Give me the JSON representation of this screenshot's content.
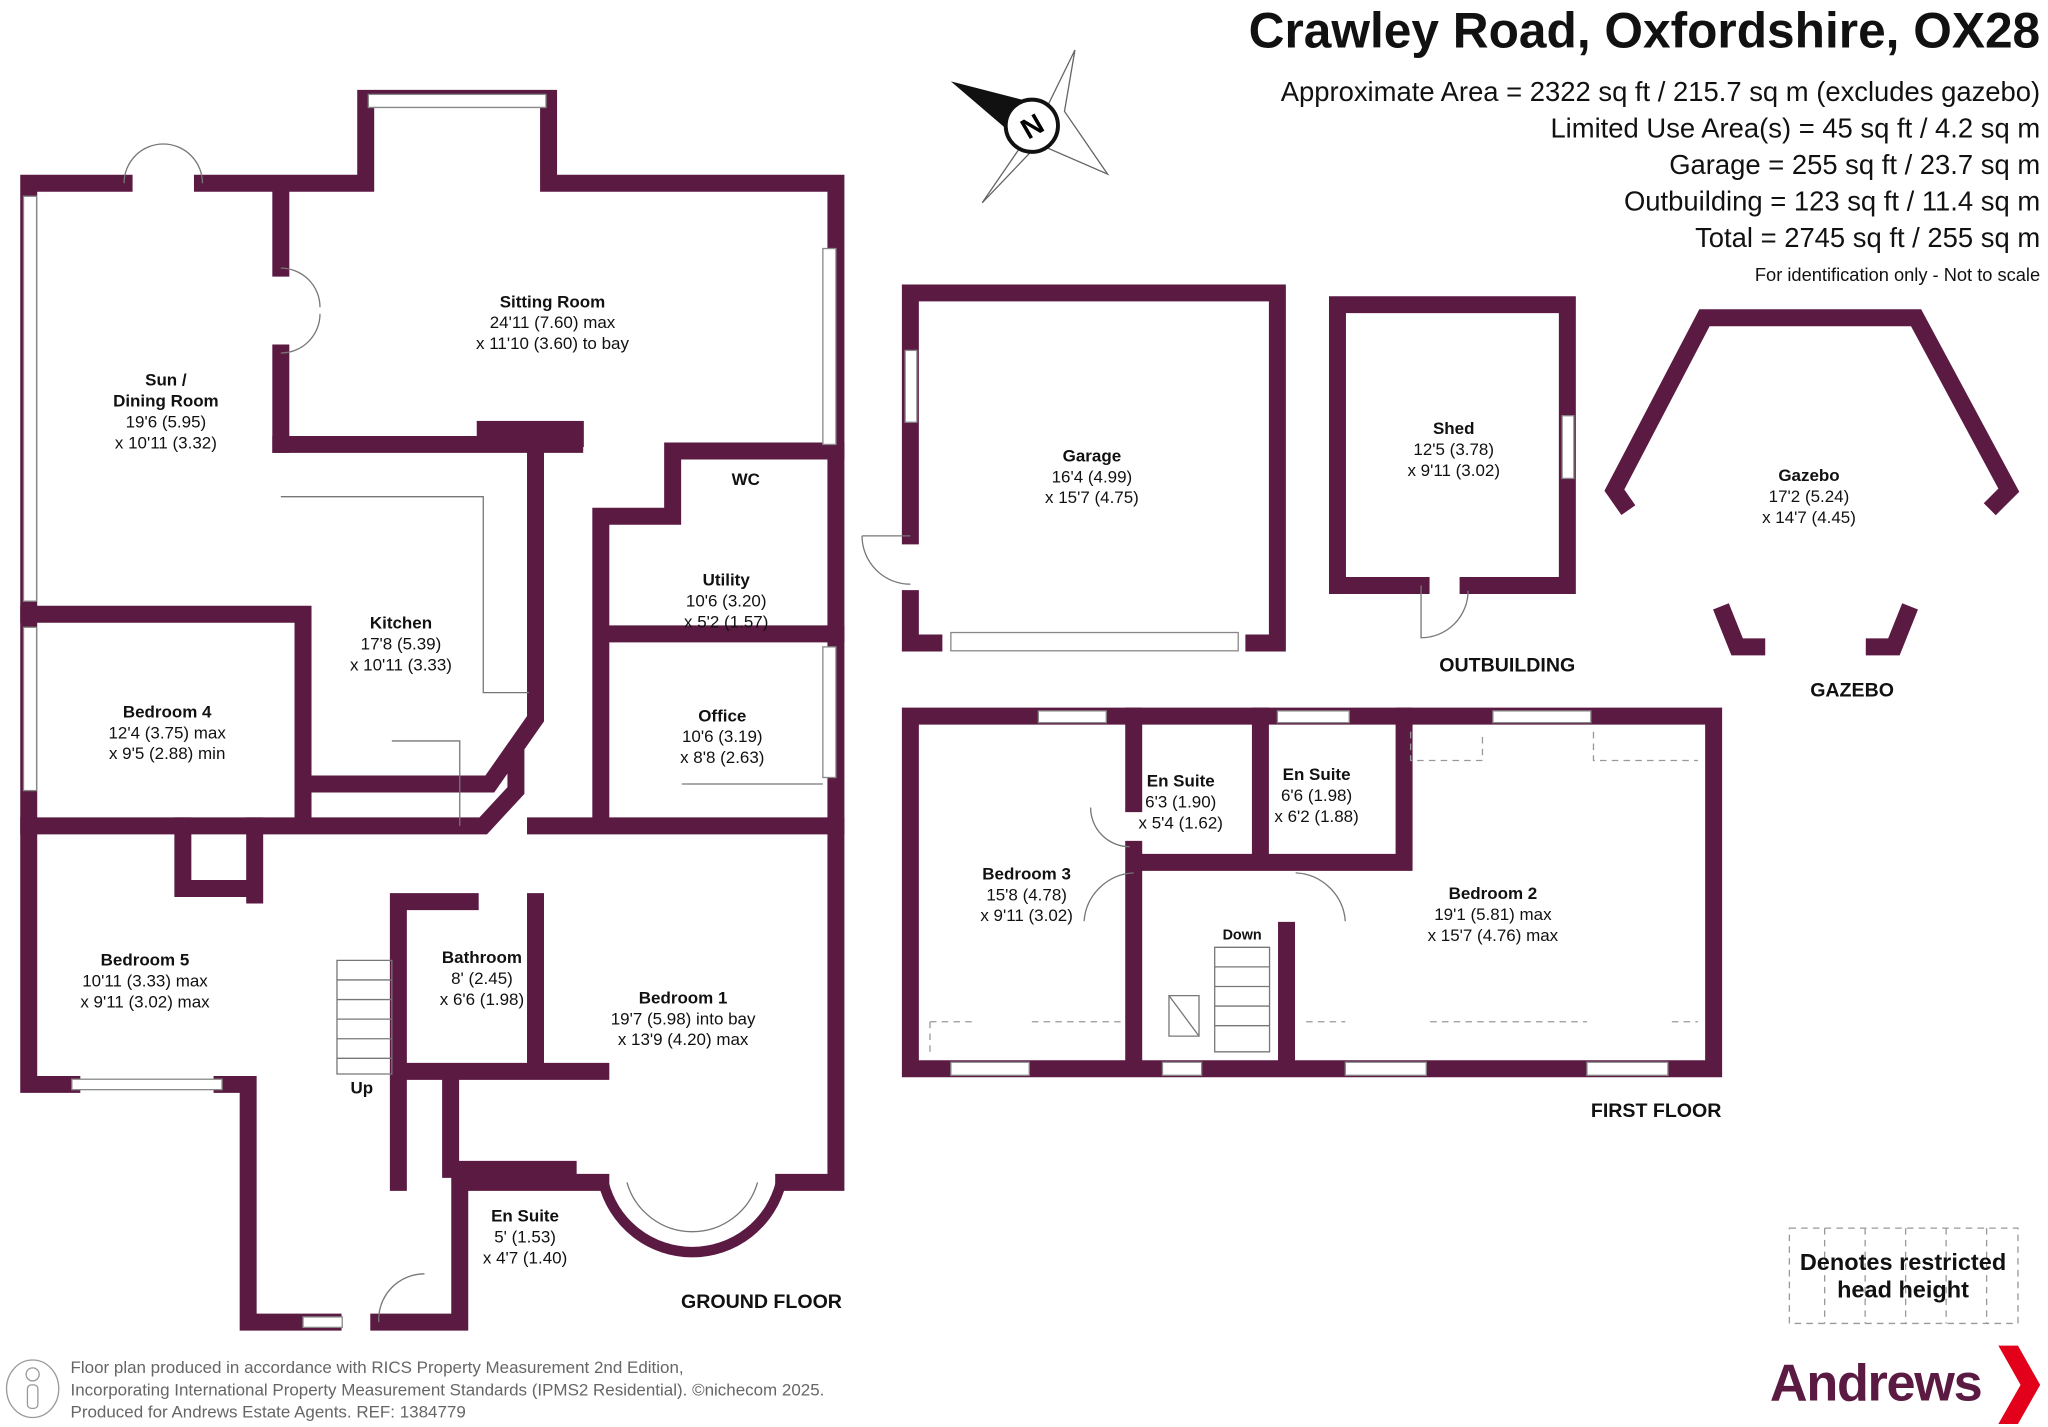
{
  "header": {
    "title": "Crawley Road, Oxfordshire, OX28",
    "areas": [
      "Approximate Area = 2322 sq ft / 215.7 sq m (excludes gazebo)",
      "Limited Use Area(s) = 45 sq ft / 4.2 sq m",
      "Garage = 255 sq ft / 23.7 sq m",
      "Outbuilding = 123 sq ft / 11.4 sq m",
      "Total = 2745 sq ft / 255 sq m"
    ],
    "disclaimer": "For identification only - Not to scale"
  },
  "compass": {
    "letter": "N"
  },
  "ground_floor": {
    "label": "GROUND FLOOR",
    "stairs": "Up",
    "rooms": [
      {
        "name": "Sitting Room",
        "dims": [
          "24'11 (7.60) max",
          "x 11'10 (3.60) to bay"
        ]
      },
      {
        "name": "Sun /",
        "name2": "Dining Room",
        "dims": [
          "19'6 (5.95)",
          "x 10'11 (3.32)"
        ]
      },
      {
        "name": "Kitchen",
        "dims": [
          "17'8 (5.39)",
          "x 10'11 (3.33)"
        ]
      },
      {
        "name": "Utility",
        "dims": [
          "10'6 (3.20)",
          "x 5'2 (1.57)"
        ]
      },
      {
        "name": "WC"
      },
      {
        "name": "Bedroom 4",
        "dims": [
          "12'4 (3.75) max",
          "x 9'5 (2.88) min"
        ]
      },
      {
        "name": "Office",
        "dims": [
          "10'6 (3.19)",
          "x 8'8 (2.63)"
        ]
      },
      {
        "name": "Bedroom 5",
        "dims": [
          "10'11 (3.33) max",
          "x 9'11 (3.02) max"
        ]
      },
      {
        "name": "Bathroom",
        "dims": [
          "8' (2.45)",
          "x 6'6 (1.98)"
        ]
      },
      {
        "name": "Bedroom 1",
        "dims": [
          "19'7 (5.98) into bay",
          "x 13'9 (4.20) max"
        ]
      },
      {
        "name": "En Suite",
        "dims": [
          "5' (1.53)",
          "x 4'7 (1.40)"
        ]
      }
    ]
  },
  "garage": {
    "name": "Garage",
    "dims": [
      "16'4 (4.99)",
      "x 15'7 (4.75)"
    ]
  },
  "outbuilding": {
    "label": "OUTBUILDING",
    "name": "Shed",
    "dims": [
      "12'5 (3.78)",
      "x 9'11 (3.02)"
    ]
  },
  "gazebo": {
    "label": "GAZEBO",
    "name": "Gazebo",
    "dims": [
      "17'2 (5.24)",
      "x 14'7 (4.45)"
    ]
  },
  "first_floor": {
    "label": "FIRST FLOOR",
    "stairs": "Down",
    "rooms": [
      {
        "name": "Bedroom 3",
        "dims": [
          "15'8 (4.78)",
          "x 9'11 (3.02)"
        ]
      },
      {
        "name": "En Suite",
        "dims": [
          "6'3 (1.90)",
          "x 5'4 (1.62)"
        ]
      },
      {
        "name": "En Suite",
        "dims": [
          "6'6 (1.98)",
          "x 6'2 (1.88)"
        ]
      },
      {
        "name": "Bedroom 2",
        "dims": [
          "19'1 (5.81) max",
          "x 15'7 (4.76) max"
        ]
      }
    ]
  },
  "legend": {
    "text1": "Denotes restricted",
    "text2": "head height"
  },
  "footer": {
    "lines": [
      "Floor plan produced in accordance with RICS Property Measurement 2nd Edition,",
      "Incorporating International Property Measurement Standards (IPMS2 Residential).   ©nichecom 2025.",
      "Produced for Andrews Estate Agents.   REF: 1384779"
    ]
  },
  "brand": {
    "name": "Andrews",
    "color": "#5b1a42",
    "accent": "#e3001b"
  }
}
